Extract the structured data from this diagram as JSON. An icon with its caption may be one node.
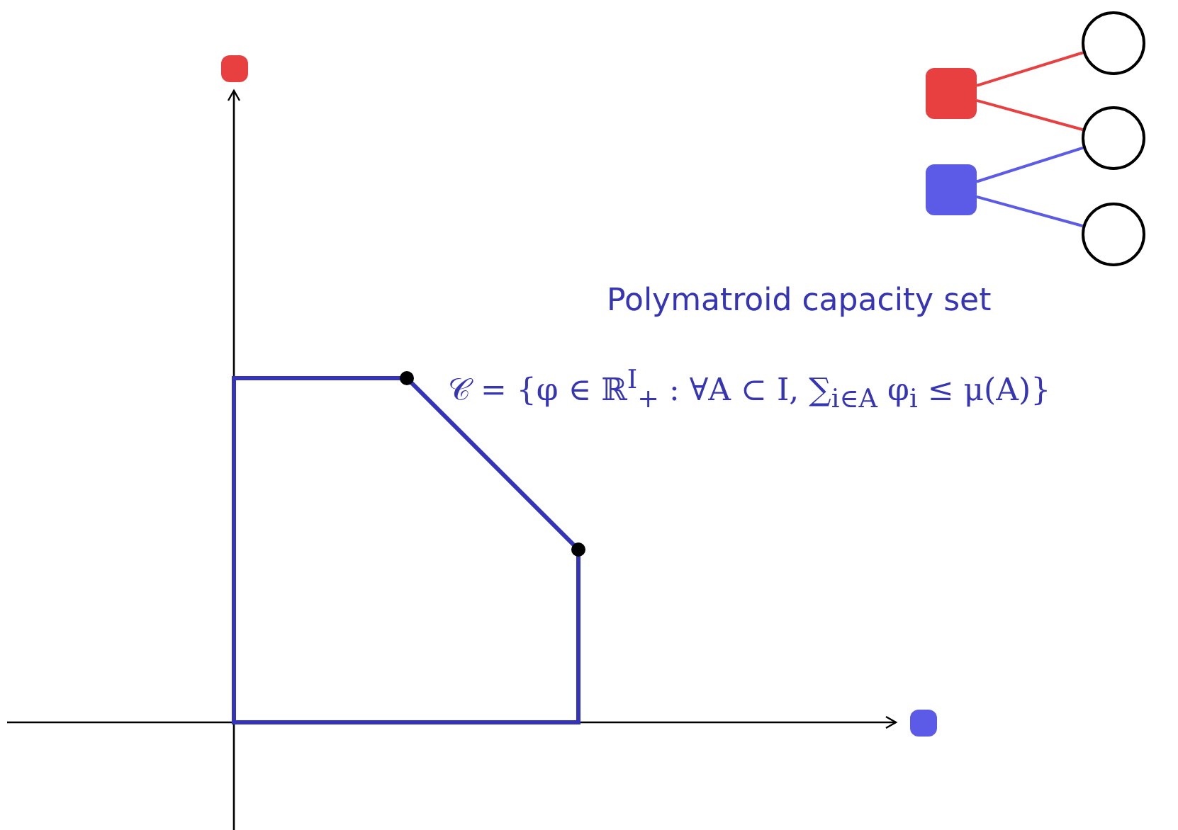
{
  "diagram": {
    "nodes": [
      {
        "text": [],
        "shape": "box"
      },
      {
        "text": [],
        "shape": "box"
      },
      {
        "text": [],
        "shape": "circle"
      },
      {
        "text": [],
        "shape": "circle"
      },
      {
        "text": [],
        "shape": "circle"
      },
      {
        "text": [],
        "shape": "box"
      },
      {
        "text": [],
        "shape": "box"
      }
    ],
    "edges": [
      {
        "from": 0,
        "to": 2,
        "arrow": "none",
        "color": "#e84040"
      },
      {
        "from": 0,
        "to": 3,
        "arrow": "none",
        "color": "#e84040"
      },
      {
        "from": 1,
        "to": 3,
        "arrow": "none",
        "color": "#5b5be8"
      },
      {
        "from": 1,
        "to": 4,
        "arrow": "none",
        "color": "#5b5be8"
      }
    ],
    "labels": [
      "Polymatroid capacity set",
      "𝒞 = {φ ∈ ℝ$^{I}$$_{+}$ : ∀A ⊂ I, ∑$_{i∈A}$ φ$_{i}$ ≤ μ(A)}"
    ]
  }
}
